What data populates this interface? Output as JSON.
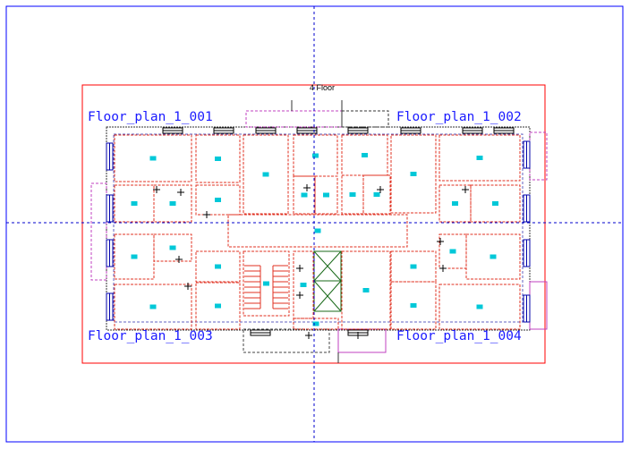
{
  "drawing": {
    "title": "4 Floor",
    "plan_labels": [
      "Floor_plan_1_001",
      "Floor_plan_1_002",
      "Floor_plan_1_003",
      "Floor_plan_1_004"
    ]
  },
  "colors": {
    "viewport_border": "#0000ff",
    "sheet_border": "#ff0000",
    "crosshair": "#0000cc",
    "wall": "#e03020",
    "room_marker": "#00c8d8"
  }
}
